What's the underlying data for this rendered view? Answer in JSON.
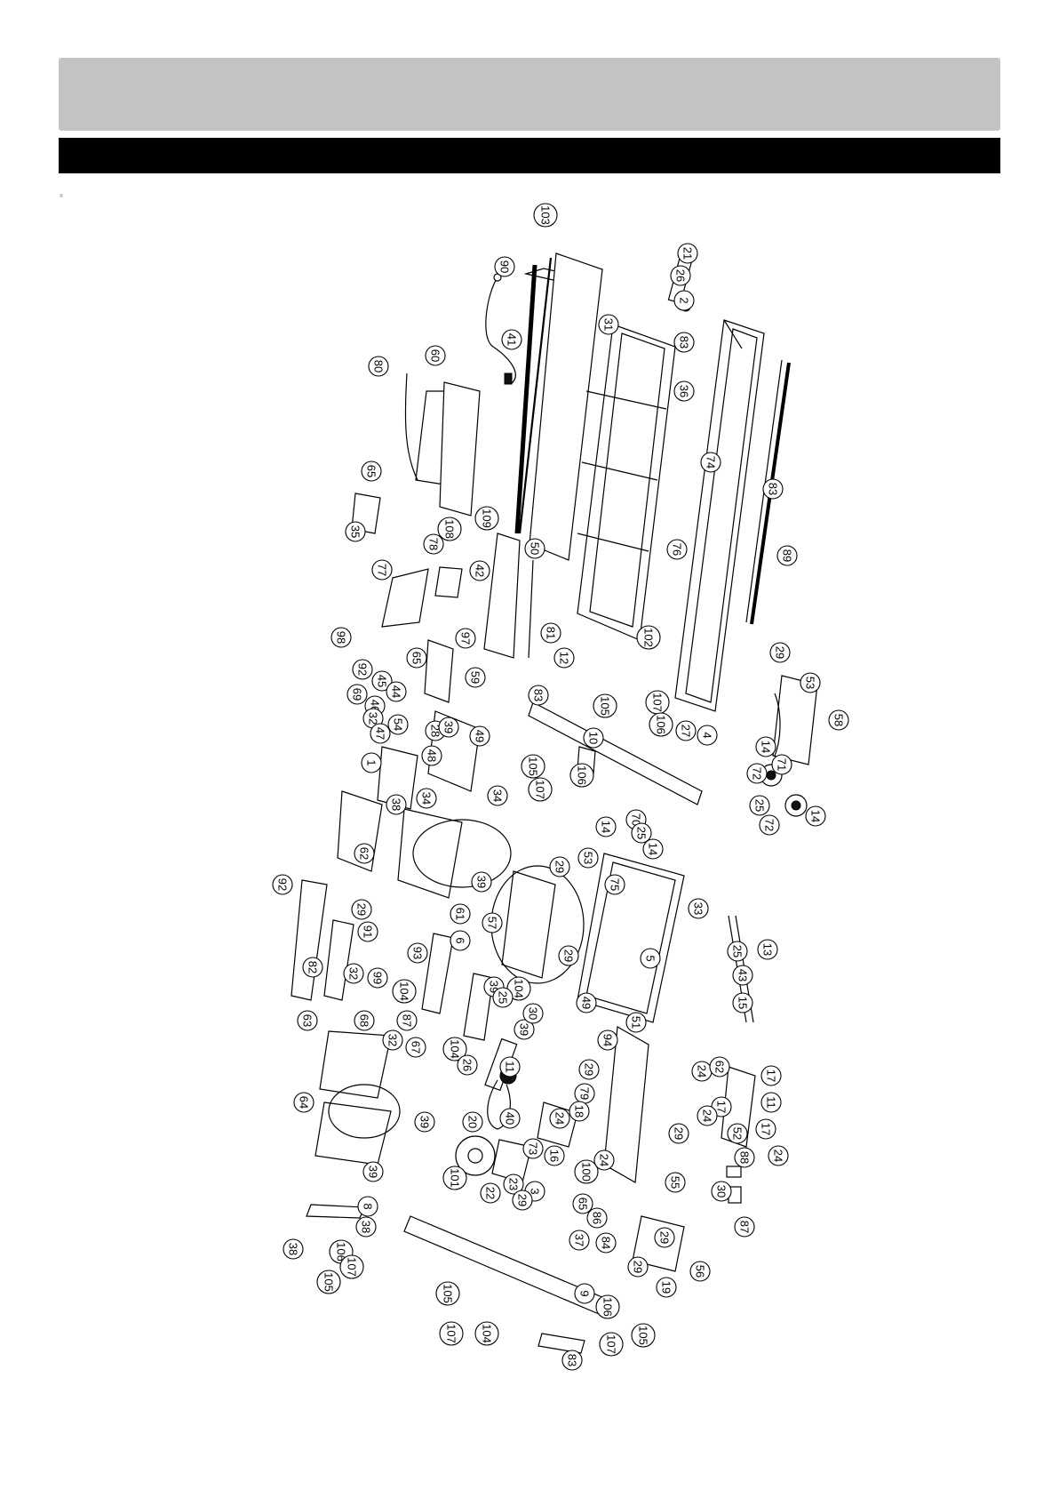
{
  "header": {
    "banner_color": "#c3c3c3",
    "bar_color": "#000000"
  },
  "callouts": [
    {
      "id": "c103",
      "label": "103"
    },
    {
      "id": "c90",
      "label": "90"
    },
    {
      "id": "c21",
      "label": "21"
    },
    {
      "id": "c26",
      "label": "26"
    },
    {
      "id": "c2",
      "label": "2"
    },
    {
      "id": "c41",
      "label": "41"
    },
    {
      "id": "c31",
      "label": "31"
    },
    {
      "id": "c83a",
      "label": "83"
    },
    {
      "id": "c80",
      "label": "80"
    },
    {
      "id": "c60",
      "label": "60"
    },
    {
      "id": "c36",
      "label": "36"
    },
    {
      "id": "c74",
      "label": "74"
    },
    {
      "id": "c65a",
      "label": "65"
    },
    {
      "id": "c35",
      "label": "35"
    },
    {
      "id": "c108",
      "label": "108"
    },
    {
      "id": "c109",
      "label": "109"
    },
    {
      "id": "c83b",
      "label": "83"
    },
    {
      "id": "c78",
      "label": "78"
    },
    {
      "id": "c42",
      "label": "42"
    },
    {
      "id": "c50",
      "label": "50"
    },
    {
      "id": "c76",
      "label": "76"
    },
    {
      "id": "c89",
      "label": "89"
    },
    {
      "id": "c77",
      "label": "77"
    },
    {
      "id": "c97",
      "label": "97"
    },
    {
      "id": "c81",
      "label": "81"
    },
    {
      "id": "c12",
      "label": "12"
    },
    {
      "id": "c102",
      "label": "102"
    },
    {
      "id": "c98",
      "label": "98"
    },
    {
      "id": "c65b",
      "label": "65"
    },
    {
      "id": "c92a",
      "label": "92"
    },
    {
      "id": "c45",
      "label": "45"
    },
    {
      "id": "c44",
      "label": "44"
    },
    {
      "id": "c59",
      "label": "59"
    },
    {
      "id": "c83c",
      "label": "83"
    },
    {
      "id": "c105a",
      "label": "105"
    },
    {
      "id": "c107a",
      "label": "107"
    },
    {
      "id": "c106a",
      "label": "106"
    },
    {
      "id": "c27",
      "label": "27"
    },
    {
      "id": "c4",
      "label": "4"
    },
    {
      "id": "c29a",
      "label": "29"
    },
    {
      "id": "c53a",
      "label": "53"
    },
    {
      "id": "c58",
      "label": "58"
    },
    {
      "id": "c69a",
      "label": "69"
    },
    {
      "id": "c46",
      "label": "46"
    },
    {
      "id": "c32a",
      "label": "32"
    },
    {
      "id": "c47",
      "label": "47"
    },
    {
      "id": "c54",
      "label": "54"
    },
    {
      "id": "c28",
      "label": "28"
    },
    {
      "id": "c49",
      "label": "49"
    },
    {
      "id": "c39a",
      "label": "39"
    },
    {
      "id": "c48",
      "label": "48"
    },
    {
      "id": "c1",
      "label": "1"
    },
    {
      "id": "c10",
      "label": "10"
    },
    {
      "id": "c105b",
      "label": "105"
    },
    {
      "id": "c107b",
      "label": "107"
    },
    {
      "id": "c106b",
      "label": "106"
    },
    {
      "id": "c34a",
      "label": "34"
    },
    {
      "id": "c34b",
      "label": "34"
    },
    {
      "id": "c38a",
      "label": "38"
    },
    {
      "id": "c14a",
      "label": "14"
    },
    {
      "id": "c72a",
      "label": "72"
    },
    {
      "id": "c71",
      "label": "71"
    },
    {
      "id": "c25a",
      "label": "25"
    },
    {
      "id": "c72b",
      "label": "72"
    },
    {
      "id": "c14b",
      "label": "14"
    },
    {
      "id": "c62a",
      "label": "62"
    },
    {
      "id": "c14c",
      "label": "14"
    },
    {
      "id": "c70",
      "label": "70"
    },
    {
      "id": "c25b",
      "label": "25"
    },
    {
      "id": "c14d",
      "label": "14"
    },
    {
      "id": "c53b",
      "label": "53"
    },
    {
      "id": "c39b",
      "label": "39"
    },
    {
      "id": "c29b",
      "label": "29"
    },
    {
      "id": "c75",
      "label": "75"
    },
    {
      "id": "c33",
      "label": "33"
    },
    {
      "id": "c92b",
      "label": "92"
    },
    {
      "id": "c29c",
      "label": "29"
    },
    {
      "id": "c91",
      "label": "91"
    },
    {
      "id": "c61",
      "label": "61"
    },
    {
      "id": "c57",
      "label": "57"
    },
    {
      "id": "c6",
      "label": "6"
    },
    {
      "id": "c93",
      "label": "93"
    },
    {
      "id": "c82",
      "label": "82"
    },
    {
      "id": "c32b",
      "label": "32"
    },
    {
      "id": "c99",
      "label": "99"
    },
    {
      "id": "c104a",
      "label": "104"
    },
    {
      "id": "c29d",
      "label": "29"
    },
    {
      "id": "c5",
      "label": "5"
    },
    {
      "id": "c25c",
      "label": "25"
    },
    {
      "id": "c43",
      "label": "43"
    },
    {
      "id": "c13",
      "label": "13"
    },
    {
      "id": "c15",
      "label": "15"
    },
    {
      "id": "c39c",
      "label": "39"
    },
    {
      "id": "c104b",
      "label": "104"
    },
    {
      "id": "c25d",
      "label": "25"
    },
    {
      "id": "c39d",
      "label": "39"
    },
    {
      "id": "c49b",
      "label": "49"
    },
    {
      "id": "c51",
      "label": "51"
    },
    {
      "id": "c30a",
      "label": "30"
    },
    {
      "id": "c94",
      "label": "94"
    },
    {
      "id": "c63",
      "label": "63"
    },
    {
      "id": "c68",
      "label": "68"
    },
    {
      "id": "c87",
      "label": "87"
    },
    {
      "id": "c32c",
      "label": "32"
    },
    {
      "id": "c67",
      "label": "67"
    },
    {
      "id": "c104c",
      "label": "104"
    },
    {
      "id": "c26b",
      "label": "26"
    },
    {
      "id": "c11a",
      "label": "11"
    },
    {
      "id": "c29e",
      "label": "29"
    },
    {
      "id": "c79",
      "label": "79"
    },
    {
      "id": "c24a",
      "label": "24"
    },
    {
      "id": "c62b",
      "label": "62"
    },
    {
      "id": "c17a",
      "label": "17"
    },
    {
      "id": "c17b",
      "label": "17"
    },
    {
      "id": "c11b",
      "label": "11"
    },
    {
      "id": "c39e",
      "label": "39"
    },
    {
      "id": "c20",
      "label": "20"
    },
    {
      "id": "c40",
      "label": "40"
    },
    {
      "id": "c24b",
      "label": "24"
    },
    {
      "id": "c18",
      "label": "18"
    },
    {
      "id": "c29f",
      "label": "29"
    },
    {
      "id": "c24c",
      "label": "24"
    },
    {
      "id": "c52",
      "label": "52"
    },
    {
      "id": "c17c",
      "label": "17"
    },
    {
      "id": "c24d",
      "label": "24"
    },
    {
      "id": "c64",
      "label": "64"
    },
    {
      "id": "c73",
      "label": "73"
    },
    {
      "id": "c16",
      "label": "16"
    },
    {
      "id": "c100",
      "label": "100"
    },
    {
      "id": "c39f",
      "label": "39"
    },
    {
      "id": "c24e",
      "label": "24"
    },
    {
      "id": "c101",
      "label": "101"
    },
    {
      "id": "c23",
      "label": "23"
    },
    {
      "id": "c3",
      "label": "3"
    },
    {
      "id": "c55",
      "label": "55"
    },
    {
      "id": "c88",
      "label": "88"
    },
    {
      "id": "c22",
      "label": "22"
    },
    {
      "id": "c29g",
      "label": "29"
    },
    {
      "id": "c30b",
      "label": "30"
    },
    {
      "id": "c65c",
      "label": "65"
    },
    {
      "id": "c86",
      "label": "86"
    },
    {
      "id": "c87b",
      "label": "87"
    },
    {
      "id": "c8",
      "label": "8"
    },
    {
      "id": "c38b",
      "label": "38"
    },
    {
      "id": "c37",
      "label": "37"
    },
    {
      "id": "c84",
      "label": "84"
    },
    {
      "id": "c38c",
      "label": "38"
    },
    {
      "id": "c106c",
      "label": "106"
    },
    {
      "id": "c107c",
      "label": "107"
    },
    {
      "id": "c105c",
      "label": "105"
    },
    {
      "id": "c29h",
      "label": "29"
    },
    {
      "id": "c29i",
      "label": "29"
    },
    {
      "id": "c56",
      "label": "56"
    },
    {
      "id": "c19",
      "label": "19"
    },
    {
      "id": "c9",
      "label": "9"
    },
    {
      "id": "c105d",
      "label": "105"
    },
    {
      "id": "c106d",
      "label": "106"
    },
    {
      "id": "c107d",
      "label": "107"
    },
    {
      "id": "c105e",
      "label": "105"
    },
    {
      "id": "c104d",
      "label": "104"
    },
    {
      "id": "c107e",
      "label": "107"
    },
    {
      "id": "c83d",
      "label": "83"
    }
  ]
}
